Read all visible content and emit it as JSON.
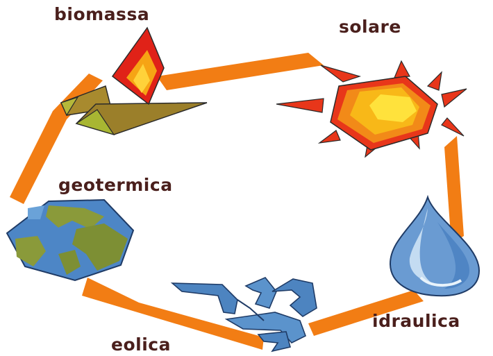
{
  "diagram": {
    "ring_color": "#f27d14",
    "nodes": [
      {
        "id": "biomassa",
        "label": "biomassa",
        "icon": "fire-on-logs-icon"
      },
      {
        "id": "solare",
        "label": "solare",
        "icon": "sun-icon"
      },
      {
        "id": "idraulica",
        "label": "idraulica",
        "icon": "water-drop-icon"
      },
      {
        "id": "eolica",
        "label": "eolica",
        "icon": "wind-swirl-icon"
      },
      {
        "id": "geotermica",
        "label": "geotermica",
        "icon": "earth-globe-icon"
      }
    ]
  }
}
